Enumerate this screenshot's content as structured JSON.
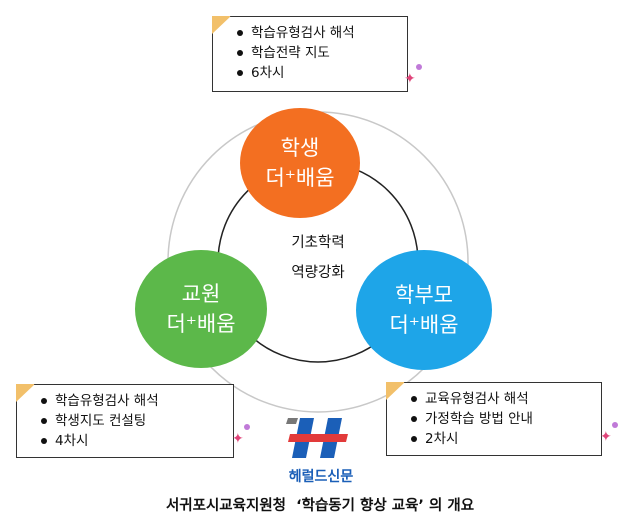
{
  "center": {
    "line1": "기초학력",
    "line2": "역량강화"
  },
  "nodes": {
    "student": {
      "line1": "학생",
      "line2": "더⁺배움",
      "color": "#f36f21"
    },
    "teacher": {
      "line1": "교원",
      "line2": "더⁺배움",
      "color": "#5cb84a"
    },
    "parent": {
      "line1": "학부모",
      "line2": "더⁺배움",
      "color": "#1ea5e8"
    }
  },
  "notes": {
    "student": [
      "학습유형검사 해석",
      "학습전략 지도",
      "6차시"
    ],
    "teacher": [
      "학습유형검사 해석",
      "학생지도 컨설팅",
      "4차시"
    ],
    "parent": [
      "교육유형검사 해석",
      "가정학습 방법 안내",
      "2차시"
    ]
  },
  "logo": {
    "name": "헤럴드신문",
    "icon": "herald-h-logo-icon",
    "color": "#1b5fb8",
    "accent": "#e23a3a"
  },
  "caption": "서귀포시교육지원청  ‘학습동기 향상 교육’ 의 개요"
}
